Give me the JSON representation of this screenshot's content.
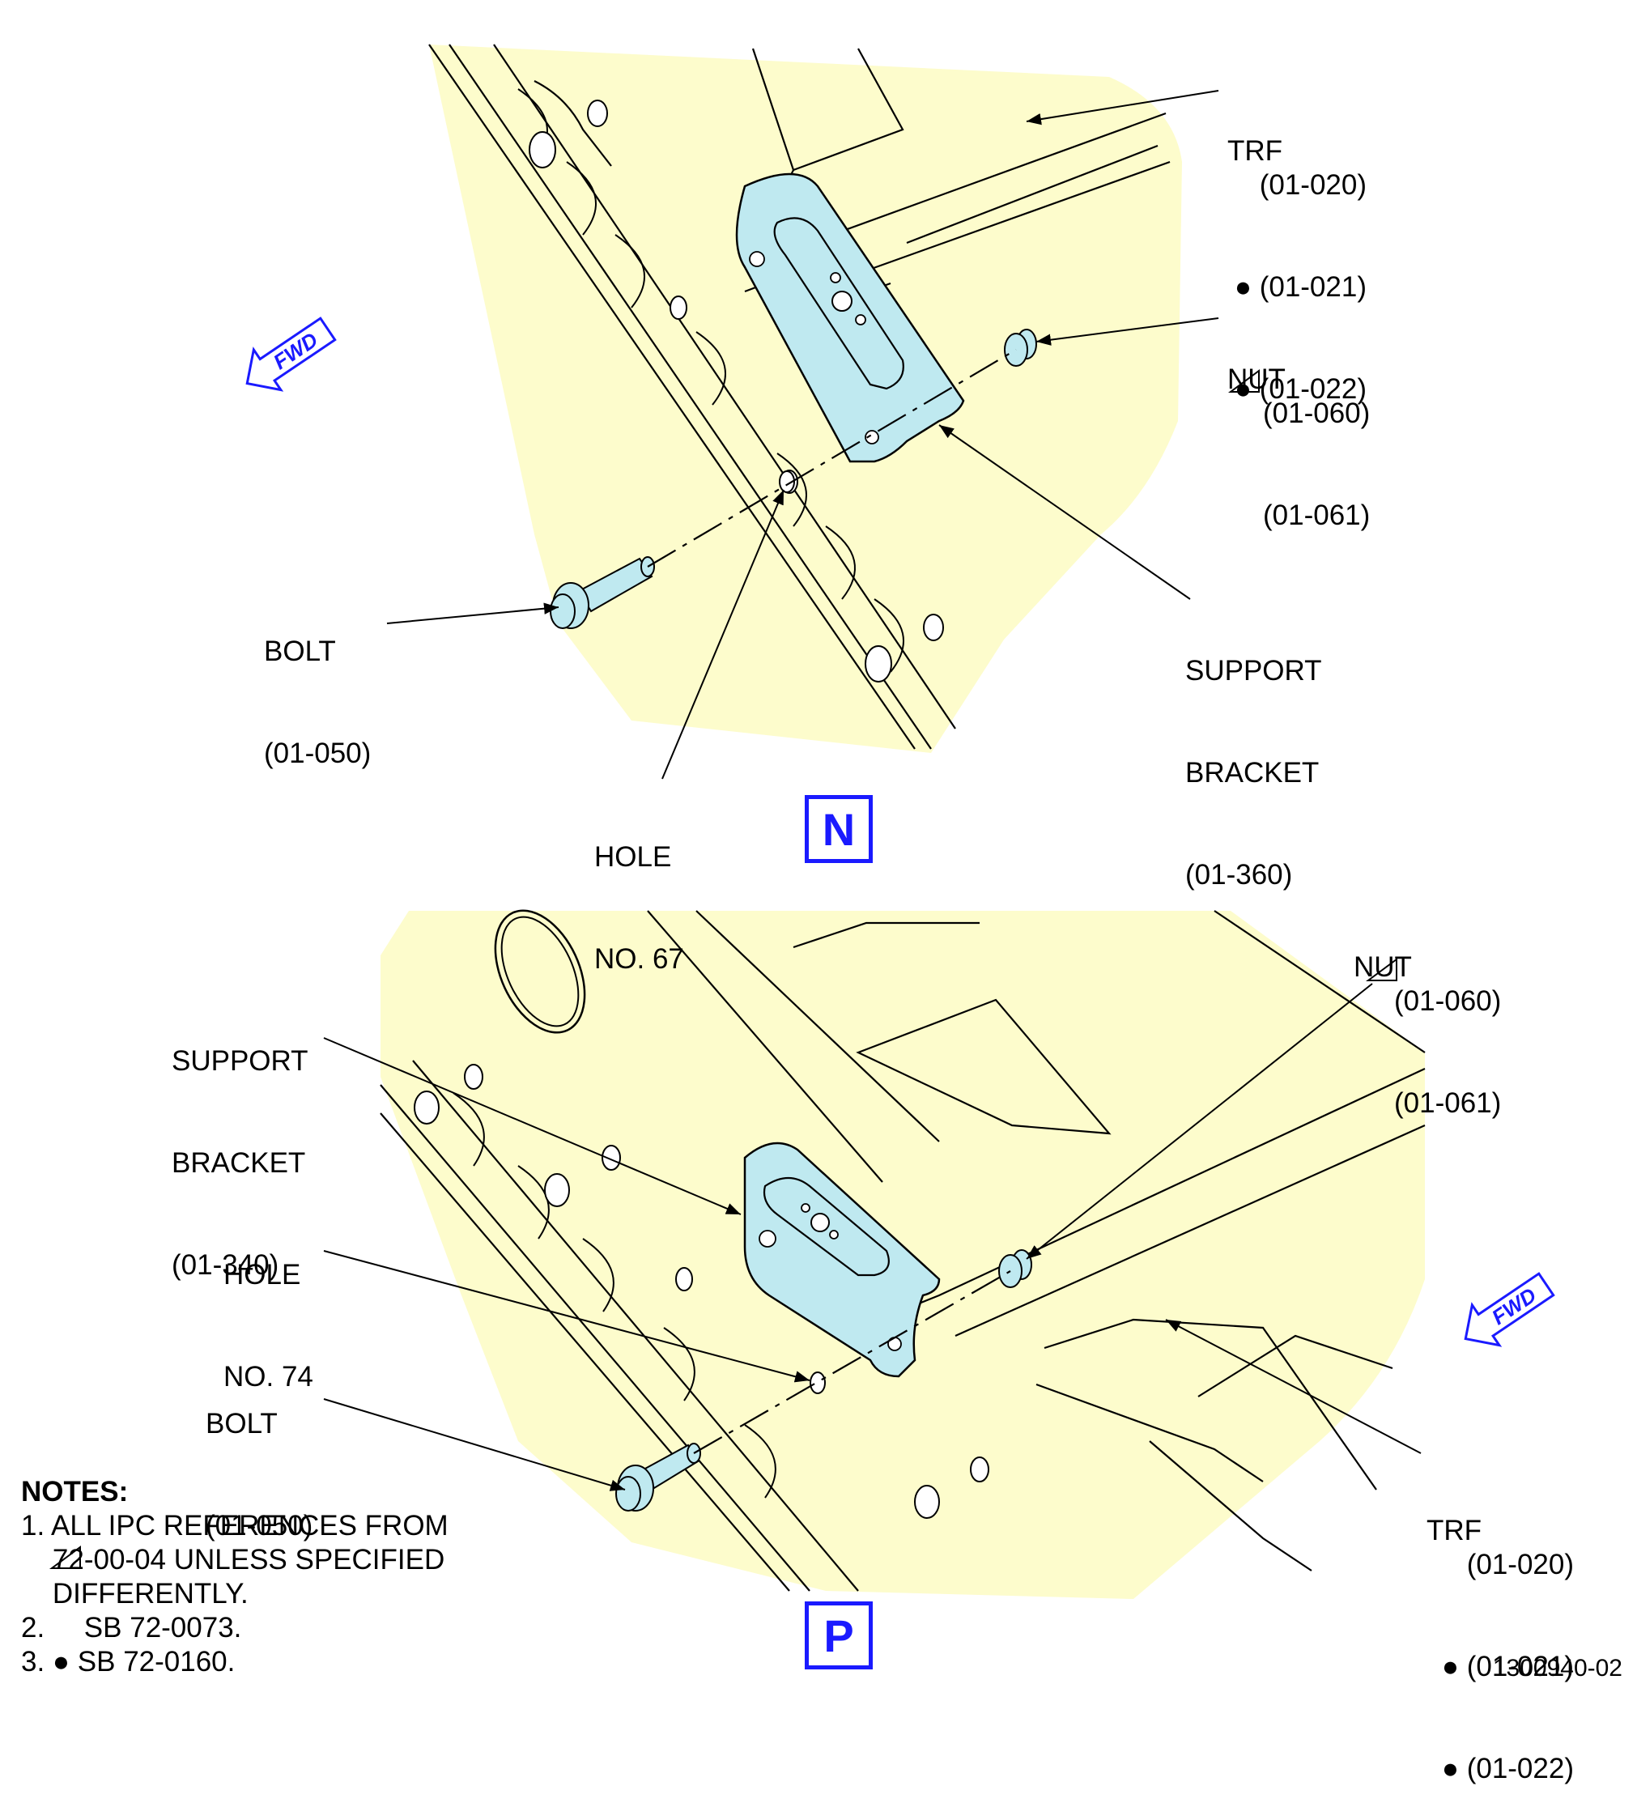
{
  "views": {
    "n": {
      "label": "N",
      "trf": {
        "title": "TRF",
        "refs": [
          "(01-020)",
          "● (01-021)",
          "● (01-022)"
        ]
      },
      "nut": {
        "title": "NUT",
        "refs": [
          "(01-060)",
          "(01-061)"
        ]
      },
      "bolt": {
        "title": "BOLT",
        "ref": "(01-050)"
      },
      "bracket": {
        "lines": [
          "SUPPORT",
          "BRACKET",
          "(01-360)"
        ]
      },
      "hole": {
        "lines": [
          "HOLE",
          "NO. 67"
        ]
      },
      "fwd": "FWD"
    },
    "p": {
      "label": "P",
      "trf": {
        "title": "TRF",
        "refs": [
          "(01-020)",
          "● (01-021)",
          "● (01-022)"
        ]
      },
      "nut": {
        "title": "NUT",
        "refs": [
          "(01-060)",
          "(01-061)"
        ]
      },
      "bolt": {
        "title": "BOLT",
        "ref": "(01-050)"
      },
      "bracket": {
        "lines": [
          "SUPPORT",
          "BRACKET",
          "(01-340)"
        ]
      },
      "hole": {
        "lines": [
          "HOLE",
          "NO. 74"
        ]
      },
      "fwd": "FWD"
    }
  },
  "notes": {
    "heading": "NOTES:",
    "items": [
      "1. ALL IPC REFERENCES FROM",
      "    72-00-04 UNLESS SPECIFIED",
      "    DIFFERENTLY.",
      "2.     SB 72-0073.",
      "3. ● SB 72-0160."
    ]
  },
  "document_number": "1300940-02",
  "colors": {
    "fill": "#fdfccc",
    "part": "#bfe9f0",
    "accent": "#1a1aff"
  },
  "icons": [
    "fwd-arrow-icon",
    "triangle-effectivity-icon",
    "bullet-effectivity-icon"
  ]
}
